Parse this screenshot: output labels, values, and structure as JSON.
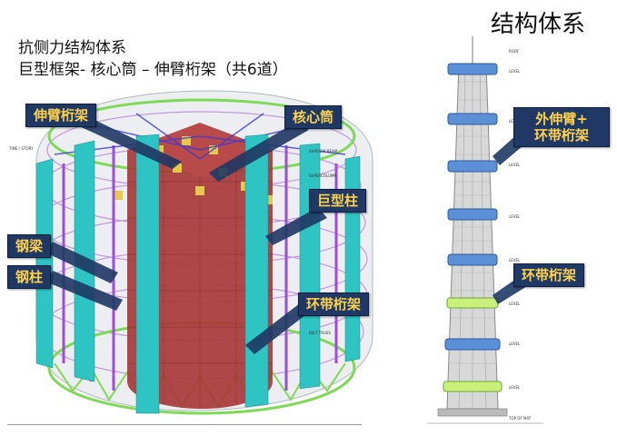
{
  "left_title": {
    "line1": "抗侧力结构体系",
    "line2": "巨型框架- 核心筒 – 伸臂桁架（共6道）"
  },
  "right_title": "结构体系",
  "left_callouts": {
    "outrigger": "伸臂桁架",
    "core": "核心筒",
    "mega_column": "巨型柱",
    "steel_beam": "钢梁",
    "steel_column": "钢柱",
    "belt_truss": "环带桁架"
  },
  "right_callouts": {
    "outrigger_belt_line1": "外伸臂+",
    "outrigger_belt_line2": "环带桁架",
    "belt_truss": "环带桁架"
  },
  "colors": {
    "callout_bg": "#1f3864",
    "callout_text": "#ffd24d",
    "core": "#a83a3a",
    "mega_column": "#2ec4c4",
    "steel_frame": "#9b4fd6",
    "truss_green": "#7ed957",
    "outrigger_band": "#5b8fd6",
    "belt_band": "#c8f07a"
  }
}
